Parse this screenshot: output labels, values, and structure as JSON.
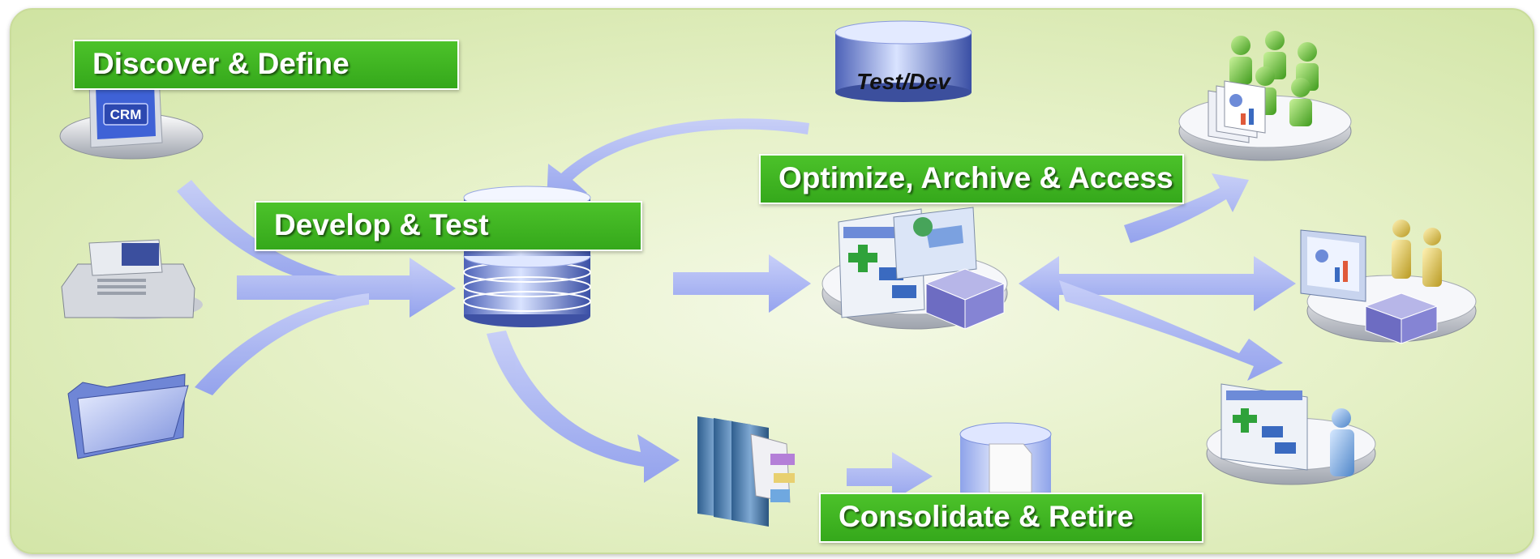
{
  "labels": {
    "discover": "Discover & Define",
    "develop": "Develop & Test",
    "optimize": "Optimize, Archive & Access",
    "consolidate": "Consolidate & Retire"
  },
  "icons": {
    "crm_screen_text": "CRM",
    "test_dev_db_text": "Test/Dev"
  },
  "colors": {
    "label_green": "#3db523",
    "arrow_blue": "#a9b4f6",
    "panel_green": "#dcebb5"
  }
}
